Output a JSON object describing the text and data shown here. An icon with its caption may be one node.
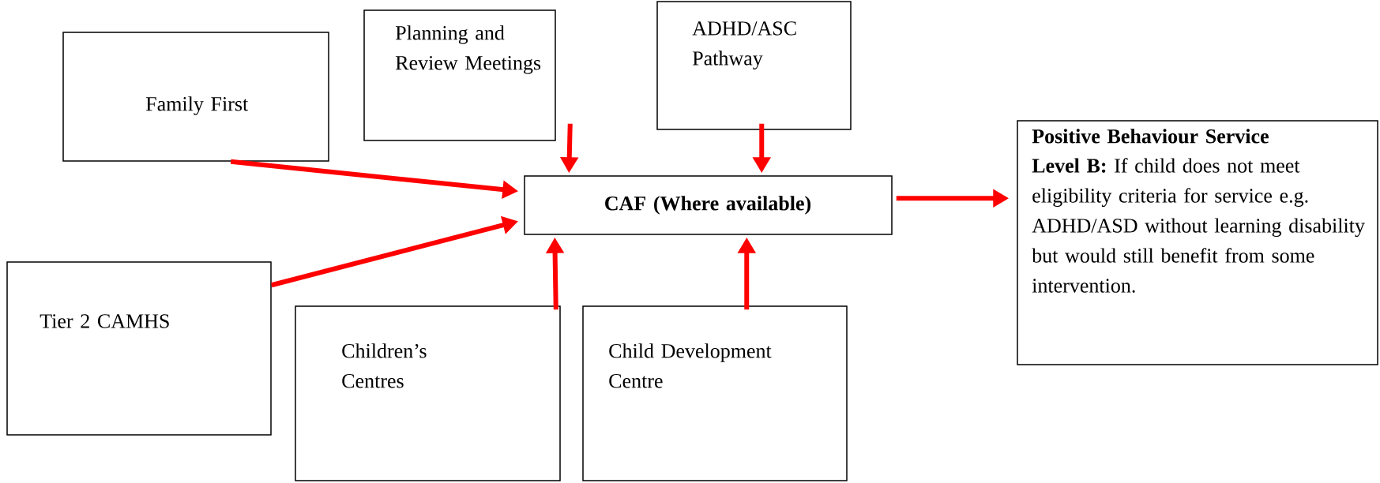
{
  "diagram": {
    "nodes": [
      {
        "text": [
          "Family First"
        ]
      },
      {
        "text": [
          "Planning and Review Meetings"
        ]
      },
      {
        "text": [
          "ADHD/ASC Pathway"
        ]
      },
      {
        "text": [
          "CAF (Where available)"
        ]
      },
      {
        "text": [
          "Positive Behaviour Service",
          "**Level B:** If child does not meet eligibility criteria for service e.g. ADHD/ASD without learning disability but would still benefit from some intervention."
        ]
      },
      {
        "text": [
          "Tier 2 CAMHS"
        ]
      },
      {
        "text": [
          "Children’s Centres"
        ]
      },
      {
        "text": [
          "Child Development Centre"
        ]
      }
    ],
    "edges": [
      {
        "from": 0,
        "to": 3,
        "arrow": "to"
      },
      {
        "from": 1,
        "to": 3,
        "arrow": "to"
      },
      {
        "from": 2,
        "to": 3,
        "arrow": "to"
      },
      {
        "from": 5,
        "to": 3,
        "arrow": "to"
      },
      {
        "from": 6,
        "to": 3,
        "arrow": "to"
      },
      {
        "from": 7,
        "to": 3,
        "arrow": "to"
      },
      {
        "from": 3,
        "to": 4,
        "arrow": "to"
      }
    ]
  }
}
